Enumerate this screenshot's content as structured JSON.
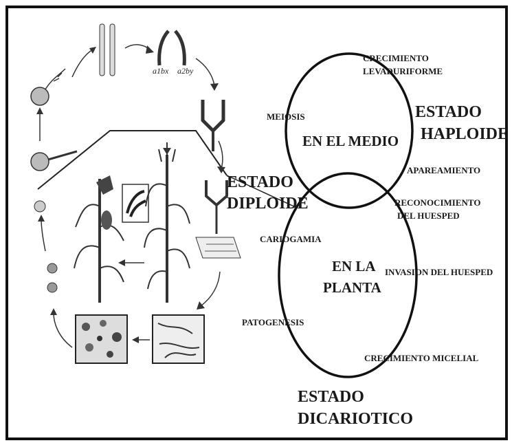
{
  "diagram": {
    "circle_top_label": "EN EL MEDIO",
    "circle_bottom_label_line1": "EN LA",
    "circle_bottom_label_line2": "PLANTA",
    "phases": {
      "crecimiento_levaduriforme_line1": "CRECIMIENTO",
      "crecimiento_levaduriforme_line2": "LEVADURIFORME",
      "meiosis": "MEIOSIS",
      "apareamiento": "APAREAMIENTO",
      "reconocimiento_line1": "RECONOCIMIENTO",
      "reconocimiento_line2": "DEL HUESPED",
      "cariogamia": "CARIOGAMIA",
      "invasion": "INVASION DEL HUESPED",
      "patogenesis": "PATOGENESIS",
      "crecimiento_micelial": "CRECIMIENTO MICELIAL"
    },
    "states": {
      "haploide_line1": "ESTADO",
      "haploide_line2": "HAPLOIDE",
      "diploide_line1": "ESTADO",
      "diploide_line2": "DIPLOIDE",
      "dicariotico_line1": "ESTADO",
      "dicariotico_line2": "DICARIOTICO"
    },
    "mating_types": [
      "a1bx",
      "a2by"
    ]
  }
}
